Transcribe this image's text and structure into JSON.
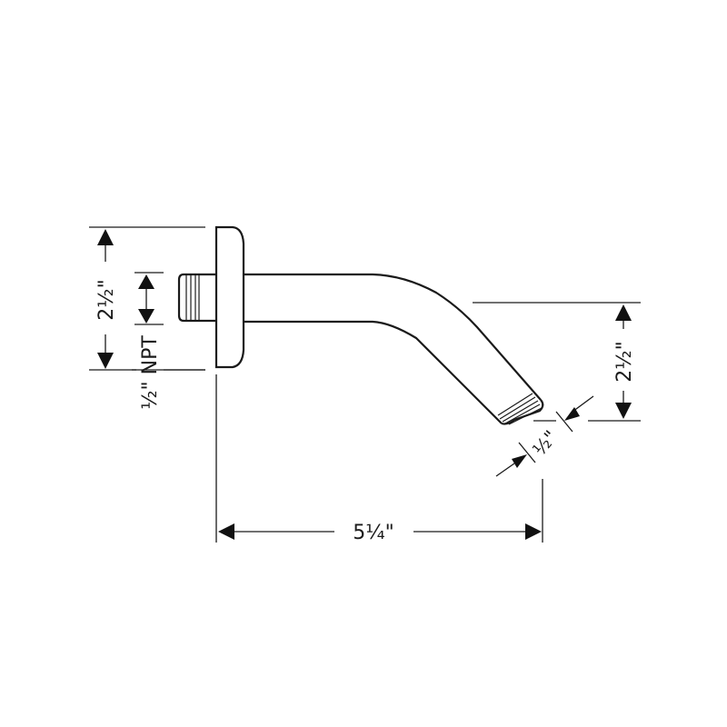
{
  "diagram": {
    "subject": "shower arm dimension drawing",
    "colors": {
      "line": "#1a1a1a",
      "background": "#ffffff"
    },
    "dimensions": {
      "flange_height": "2½\"",
      "inlet_thread": "½\" NPT",
      "outlet_drop": "2½\"",
      "outlet_thread": "½\"",
      "projection": "5¼\""
    }
  }
}
